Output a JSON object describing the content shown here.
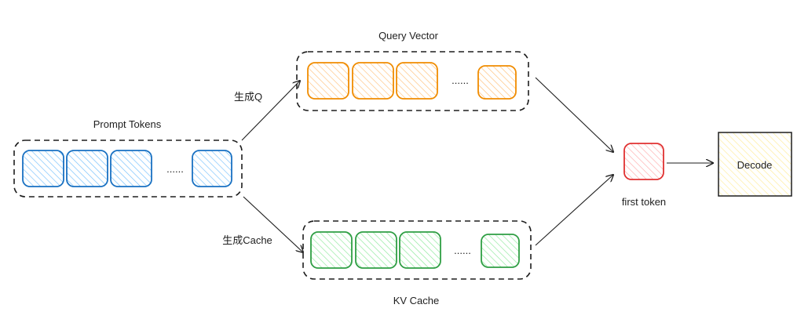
{
  "labels": {
    "prompt_tokens": "Prompt Tokens",
    "query_vector": "Query Vector",
    "kv_cache": "KV Cache",
    "gen_q": "生成Q",
    "gen_cache": "生成Cache",
    "first_token": "first token",
    "decode": "Decode",
    "ellipsis": "......"
  },
  "colors": {
    "prompt": "#1971c2",
    "prompt_fill": "#a5d8ff",
    "query": "#f08c00",
    "query_fill": "#ffd8a8",
    "kv": "#2f9e44",
    "kv_fill": "#b2f2bb",
    "first_token": "#e03131",
    "first_token_fill": "#ffc9c9",
    "decode_fill": "#fff3bf"
  }
}
